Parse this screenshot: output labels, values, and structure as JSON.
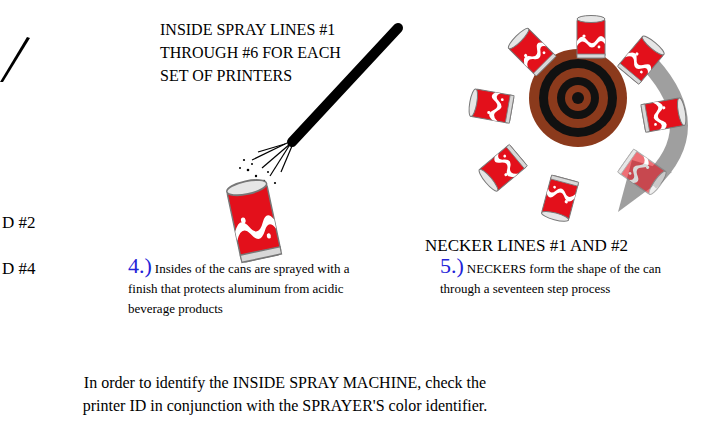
{
  "diagram": {
    "caption": "In order to identify the INSIDE SPRAY MACHINE, check the printer ID in conjunction with the SPRAYER'S color identifier.",
    "labels": [
      "D #2",
      "D #4",
      "INSIDE SPRAY LINES #1 THROUGH #6 FOR EACH SET OF PRINTERS",
      "4.)",
      "Insides of the cans are sprayed with a finish that protects aluminum from acidic beverage products",
      "NECKER LINES #1 AND #2",
      "5.)",
      "NECKERS form the shape of the can through a seventeen step process"
    ]
  }
}
